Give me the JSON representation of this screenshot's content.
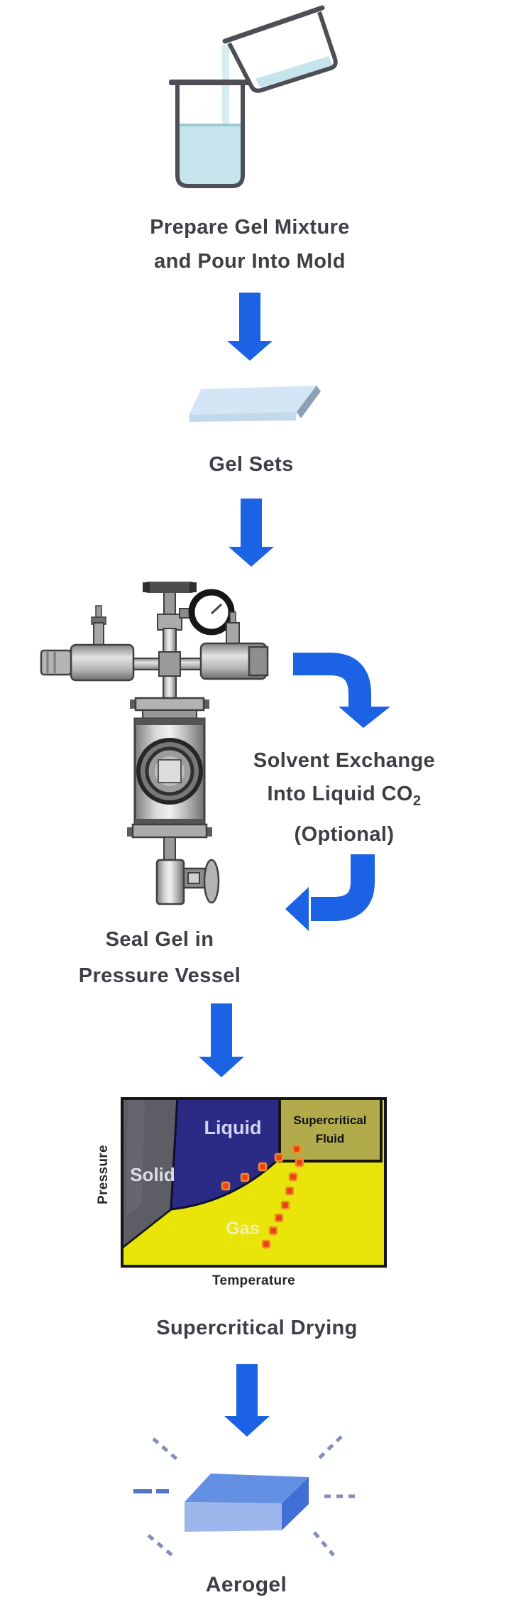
{
  "steps": {
    "prepare": {
      "line1": "Prepare Gel Mixture",
      "line2": "and Pour Into Mold"
    },
    "gel_sets": {
      "label": "Gel Sets"
    },
    "solvent": {
      "line1": "Solvent Exchange",
      "line2_main": "Into Liquid CO",
      "line2_sub": "2",
      "line3": "(Optional)"
    },
    "seal": {
      "line1": "Seal Gel in",
      "line2": "Pressure Vessel"
    },
    "drying": {
      "label": "Supercritical Drying"
    },
    "aerogel": {
      "label": "Aerogel"
    }
  },
  "phase_diagram": {
    "xlabel": "Temperature",
    "ylabel": "Pressure",
    "region_labels": {
      "solid": "Solid",
      "liquid": "Liquid",
      "gas": "Gas",
      "supercritical_line1": "Supercritical",
      "supercritical_line2": "Fluid"
    },
    "process_path_dots": [
      [
        148,
        125
      ],
      [
        175,
        113
      ],
      [
        200,
        98
      ],
      [
        223,
        85
      ],
      [
        248,
        73
      ],
      [
        252,
        92
      ],
      [
        243,
        112
      ],
      [
        238,
        132
      ],
      [
        232,
        152
      ],
      [
        223,
        170
      ],
      [
        215,
        188
      ],
      [
        205,
        207
      ]
    ]
  },
  "colors": {
    "arrow_blue": "#1B62E4",
    "label_text": "#3E3E45",
    "beaker_liquid": "#C6E4EB",
    "gel_slab_top": "#D4E6F5",
    "aerogel_top": "#6390E2",
    "aerogel_front": "#9CB7EC",
    "aerogel_side": "#416FD6",
    "phase_gas_yellow": "#E9E50A",
    "phase_liquid_navy": "#2B2B85",
    "phase_solid_gray": "#5D5D66",
    "phase_supercritical_olive": "#B2AB4B",
    "dot_red": "#E84314",
    "dot_halo": "#F08C28"
  }
}
